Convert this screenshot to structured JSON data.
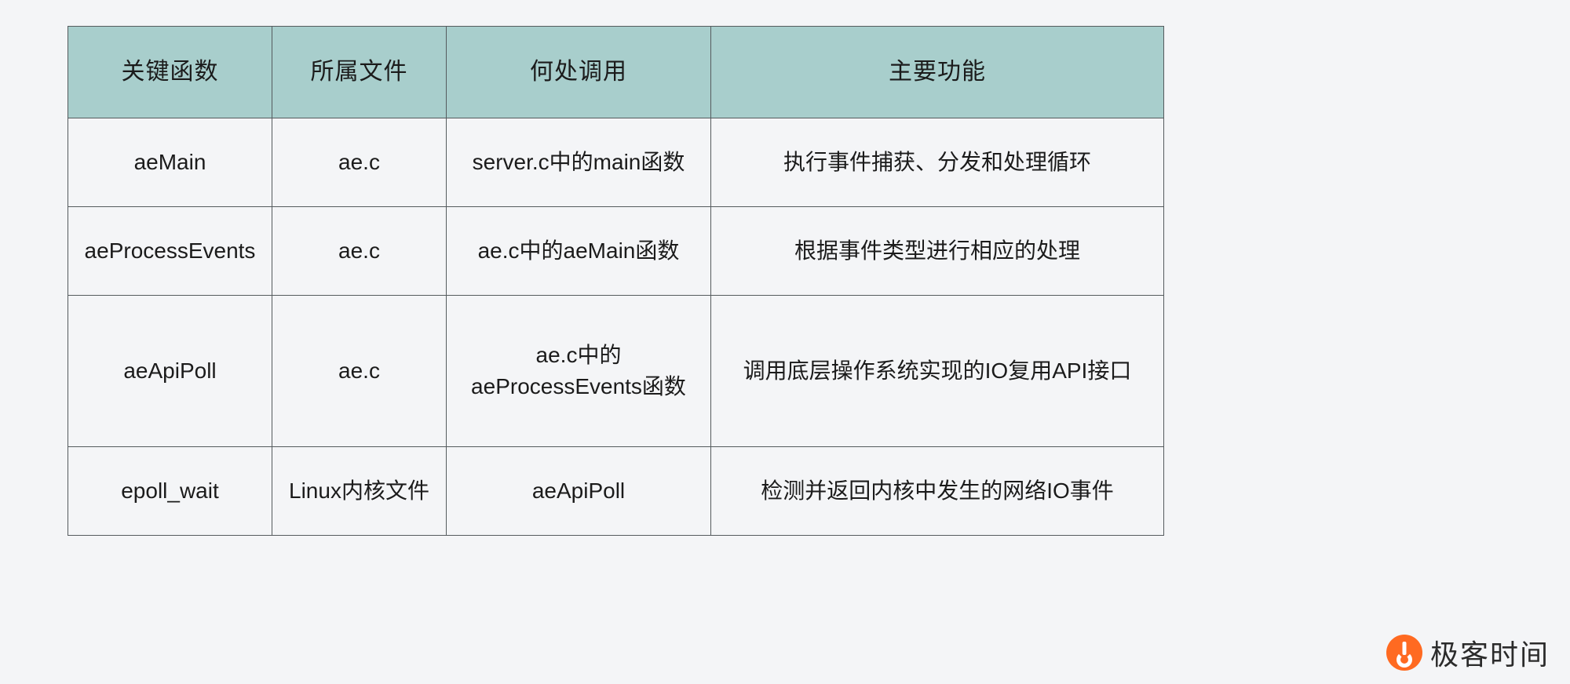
{
  "table": {
    "headers": [
      "关键函数",
      "所属文件",
      "何处调用",
      "主要功能"
    ],
    "rows": [
      {
        "function": "aeMain",
        "file": "ae.c",
        "called_from_line1": "server.c中的main函数",
        "called_from_line2": "",
        "purpose": "执行事件捕获、分发和处理循环"
      },
      {
        "function": "aeProcessEvents",
        "file": "ae.c",
        "called_from_line1": "ae.c中的aeMain函数",
        "called_from_line2": "",
        "purpose": "根据事件类型进行相应的处理"
      },
      {
        "function": "aeApiPoll",
        "file": "ae.c",
        "called_from_line1": "ae.c中的",
        "called_from_line2": "aeProcessEvents函数",
        "purpose": "调用底层操作系统实现的IO复用API接口"
      },
      {
        "function": "epoll_wait",
        "file": "Linux内核文件",
        "called_from_line1": "aeApiPoll",
        "called_from_line2": "",
        "purpose": "检测并返回内核中发生的网络IO事件"
      }
    ]
  },
  "watermark": {
    "text": "极客时间",
    "logo_color": "#ff6a21"
  },
  "colors": {
    "header_bg": "#a8cecc",
    "body_bg": "#f4f5f7",
    "border": "#555b5e",
    "text": "#1b1b1b"
  }
}
